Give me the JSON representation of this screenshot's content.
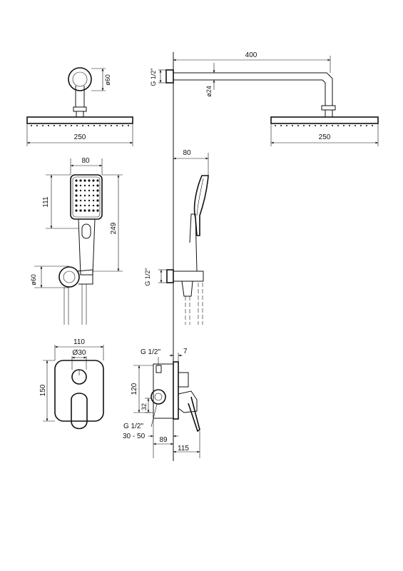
{
  "dimensions": {
    "head_top_dia": "ø60",
    "head_front_width": "250",
    "arm_length": "400",
    "arm_thread": "G 1/2\"",
    "arm_dia": "ø24",
    "head_side_width": "250",
    "hand_width": "80",
    "hand_height": "111",
    "hand_total": "249",
    "holder_dia": "ø60",
    "hand_side_width": "80",
    "holder_thread": "G 1/2\"",
    "plate_width": "110",
    "knob_dia": "Ø30",
    "plate_height": "150",
    "valve_thread_top": "G 1/2\"",
    "valve_offset": "7",
    "valve_height": "120",
    "valve_mid": "32",
    "valve_thread_bottom": "G 1/2\"",
    "install_depth": "30 - 50",
    "depth_89": "89",
    "depth_115": "115"
  },
  "colors": {
    "line": "#111111",
    "background": "#ffffff"
  }
}
